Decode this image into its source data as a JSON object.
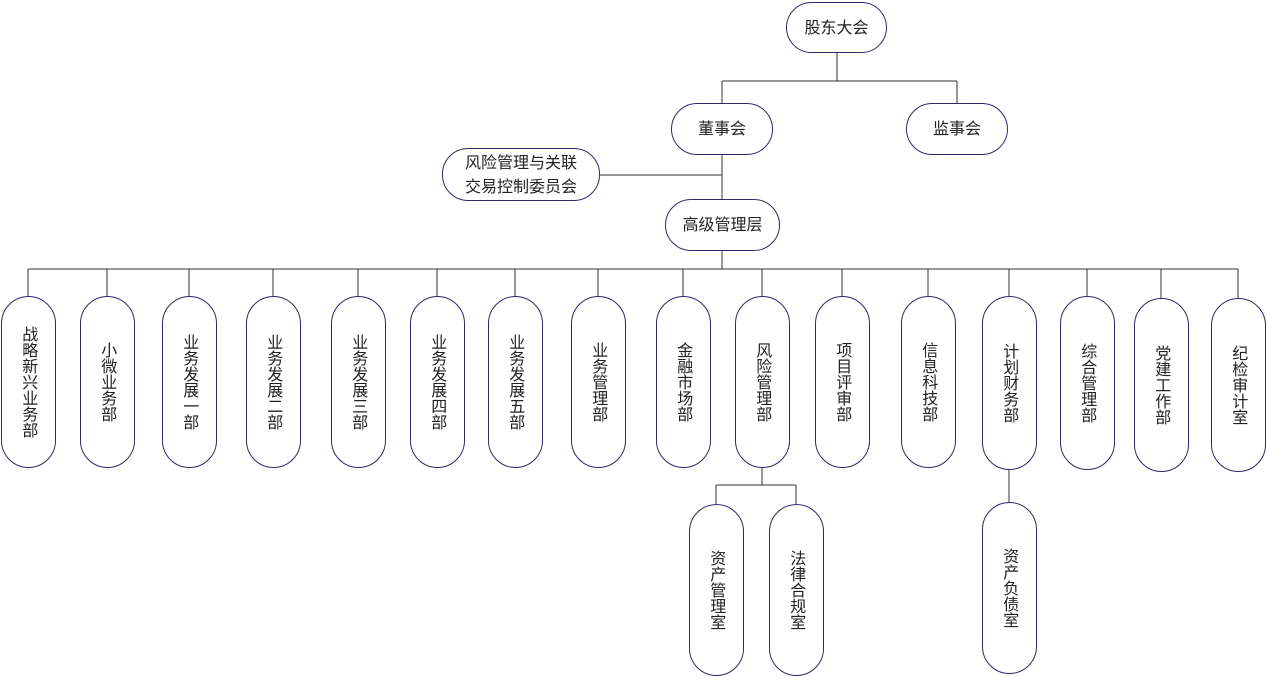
{
  "shareholders": "股东大会",
  "board": "董事会",
  "supervisors": "监事会",
  "risk_committee": "风险管理与关联\n交易控制委员会",
  "senior_management": "高级管理层",
  "departments": [
    "战略新兴业务部",
    "小微业务部",
    "业务发展一部",
    "业务发展二部",
    "业务发展三部",
    "业务发展四部",
    "业务发展五部",
    "业务管理部",
    "金融市场部",
    "风险管理部",
    "项目评审部",
    "信息科技部",
    "计划财务部",
    "综合管理部",
    "党建工作部",
    "纪检审计室"
  ],
  "risk_sub": [
    "资产管理室",
    "法律合规室"
  ],
  "finance_sub": [
    "资产负债室"
  ]
}
